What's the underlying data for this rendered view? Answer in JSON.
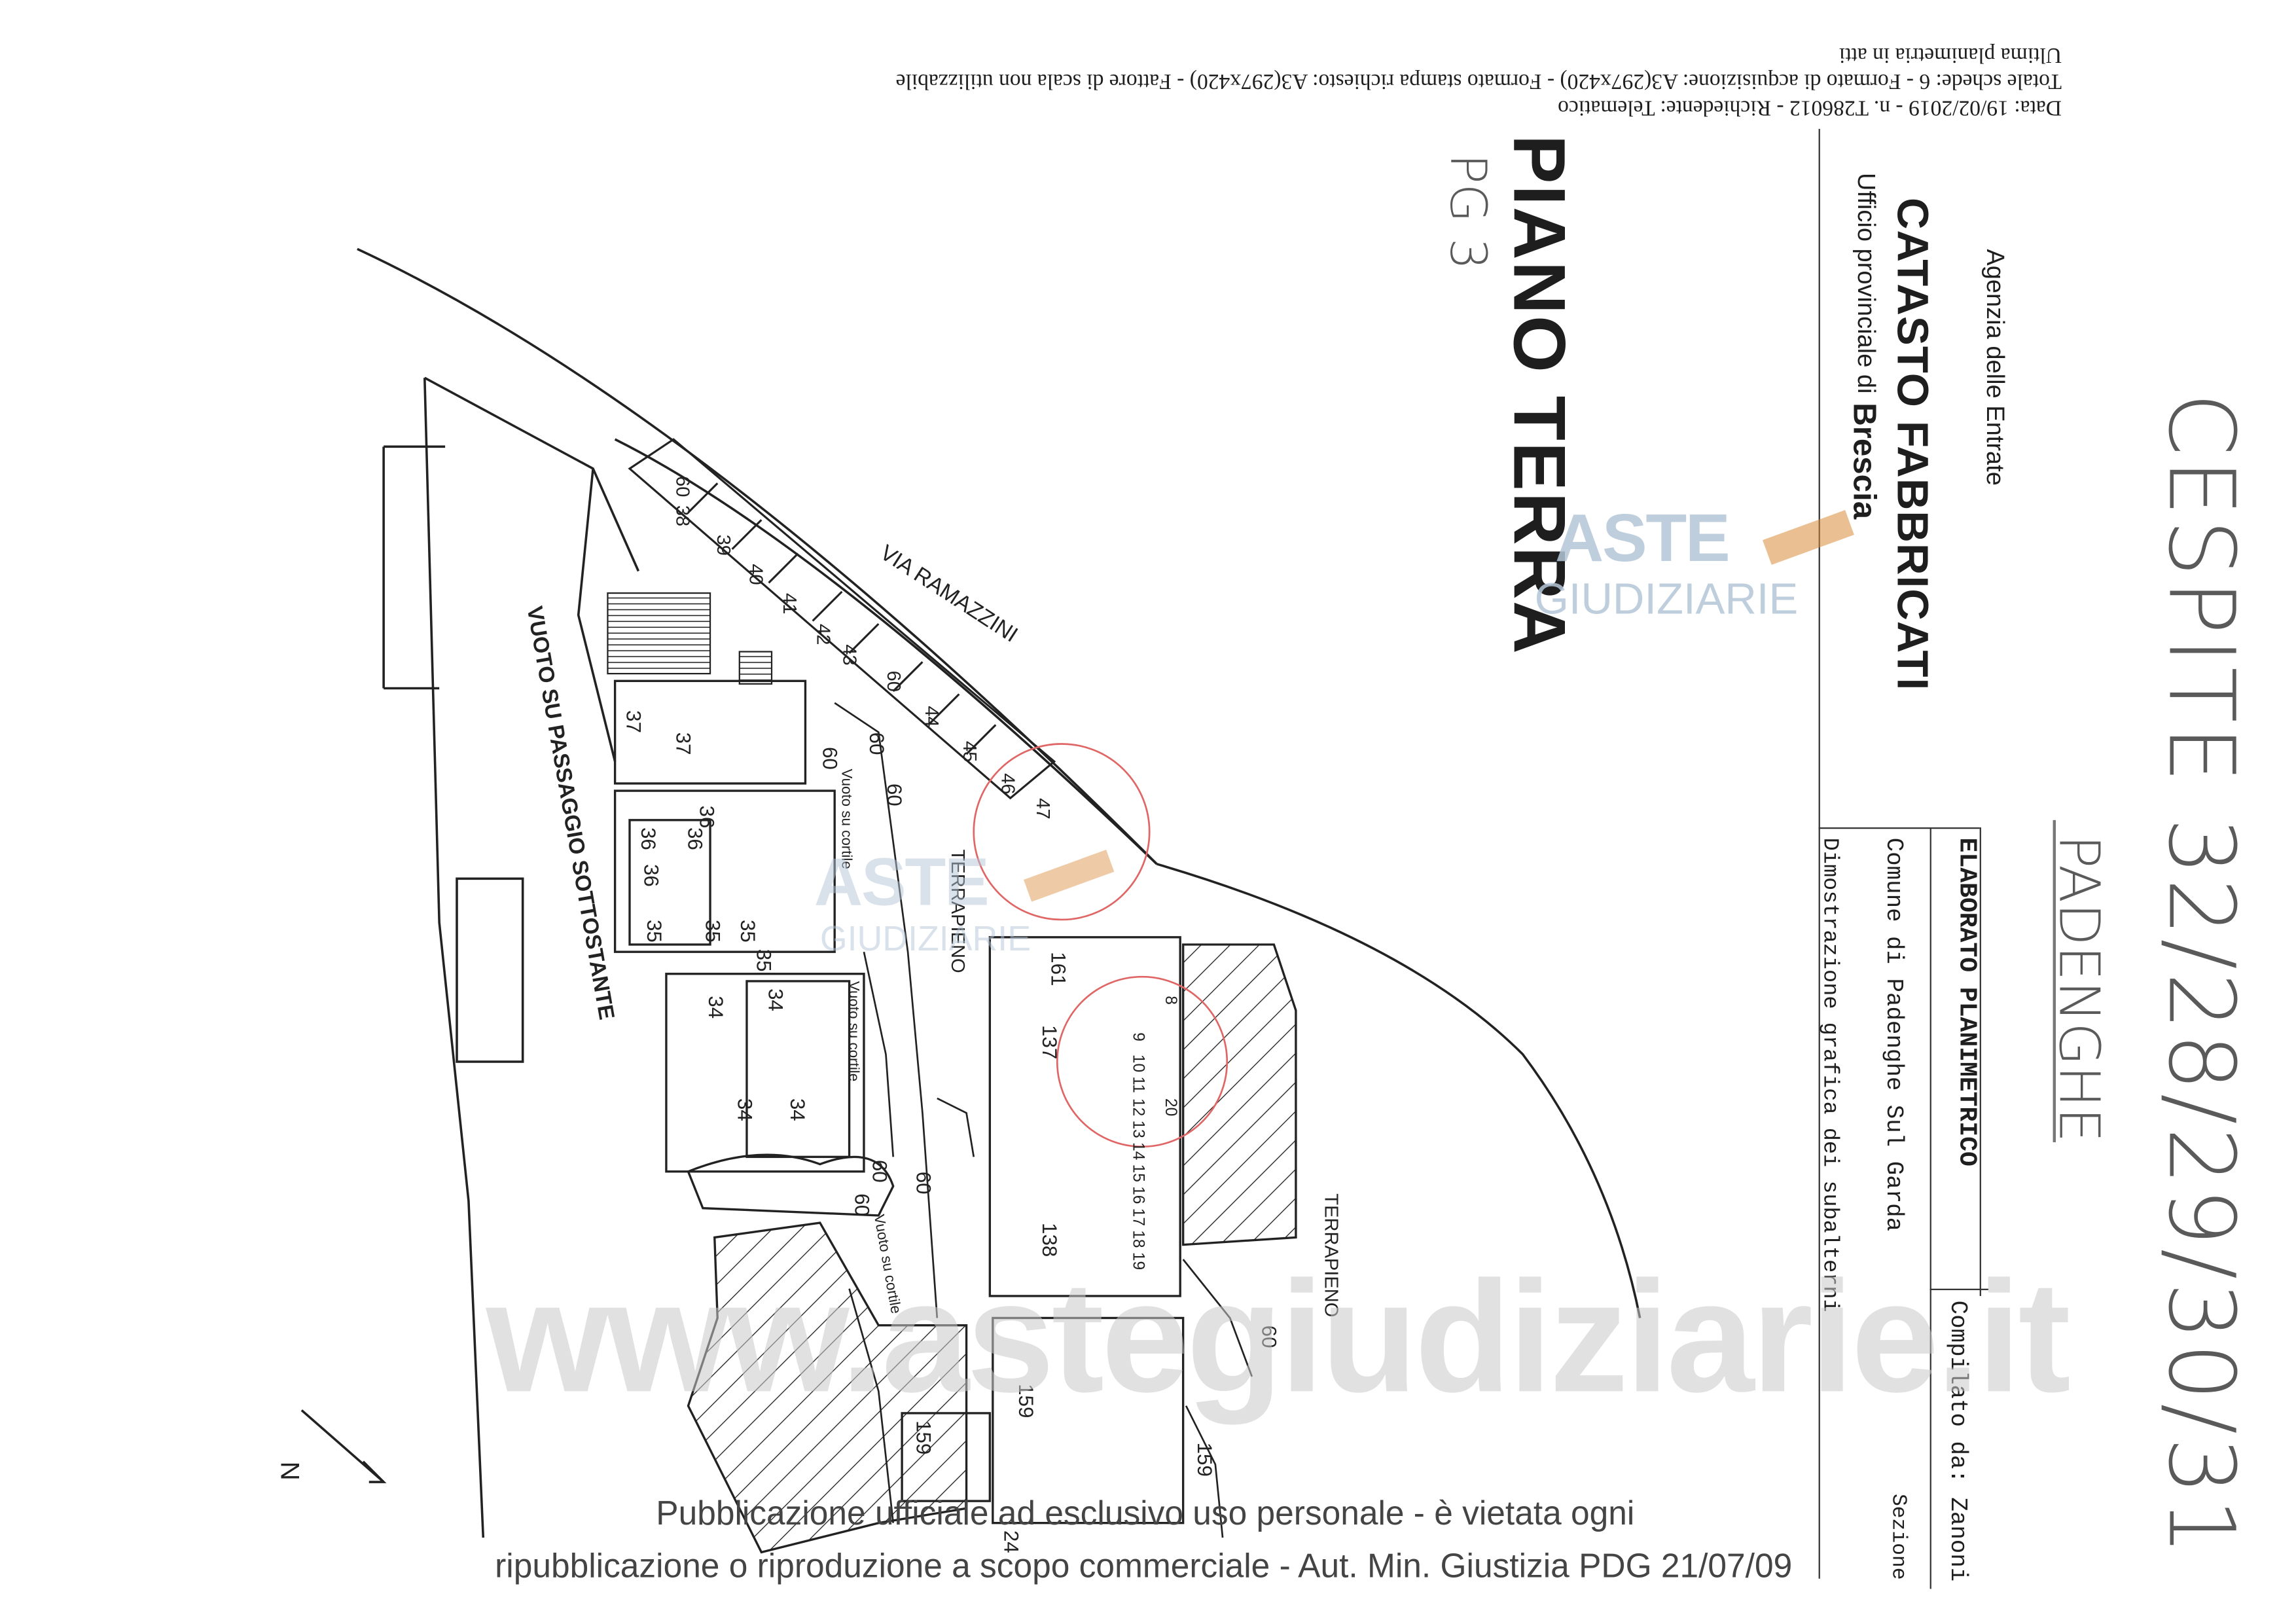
{
  "header": {
    "line1": "Data: 19/02/2019 - n. T286012 - Richiedente: Telematico",
    "line2": "Totale schede: 6 - Formato di acquisizione: A3(297x420) - Formato stampa richiesto: A3(297x420) - Fattore di scala non utilizzabile",
    "line3": "Ultima planimetria in atti"
  },
  "agency": {
    "name": "Agenzia delle Entrate",
    "catasto": "CATASTO FABBRICATI",
    "ufficio": "Ufficio provinciale di",
    "city": "Brescia"
  },
  "floor": {
    "title": "PIANO TERRA",
    "code": "PG 3"
  },
  "elaborato": {
    "title": "ELABORATO PLANIMETRICO",
    "comune": "Comune di Padenghe Sul Garda",
    "dimostrazione": "Dimostrazione grafica dei subalterni",
    "compilato": "Compilato da: Zanoni",
    "sezione": "Sezione"
  },
  "handwriting": {
    "cespite": "CESPITE 32/28/29/30/31",
    "comune": "PADENGHE"
  },
  "plan_labels": {
    "street": "VIA RAMAZZINI",
    "vuoto_passaggio": "VUOTO SU PASSAGGIO SOTTOSTANTE",
    "terrapieno": "TERRAPIENO",
    "vuoto_cortile": "Vuoto su cortile",
    "north": "N",
    "garage_numbers": [
      "60",
      "38",
      "39",
      "40",
      "41",
      "42",
      "43",
      "60",
      "44",
      "45",
      "46",
      "47"
    ],
    "unit_numbers": [
      "37",
      "37",
      "36",
      "36",
      "36",
      "36",
      "35",
      "35",
      "35",
      "35",
      "34",
      "34",
      "34",
      "34",
      "161",
      "137",
      "138",
      "159",
      "159",
      "159",
      "60",
      "60",
      "60",
      "60",
      "60",
      "60",
      "60",
      "24"
    ],
    "scale_numbers": [
      "8",
      "9",
      "10",
      "11",
      "12",
      "13",
      "14",
      "15",
      "16",
      "17",
      "18",
      "19",
      "20"
    ]
  },
  "watermark": {
    "brand_top": "ASTE",
    "brand_bottom": "GIUDIZIARIE",
    "url": "www.astegiudiziarie.it",
    "notice_line1": "Pubblicazione ufficiale ad esclusivo uso personale - è vietata ogni",
    "notice_line2": "ripubblicazione o riproduzione a scopo commerciale - Aut. Min. Giustizia PDG 21/07/09"
  },
  "colors": {
    "ink": "#1e1e1e",
    "watermark_blue": "#b4c6d8",
    "watermark_grey": "#c9c9c9",
    "stamp_red": "#e06666",
    "gavel_orange": "#d98c3a"
  }
}
